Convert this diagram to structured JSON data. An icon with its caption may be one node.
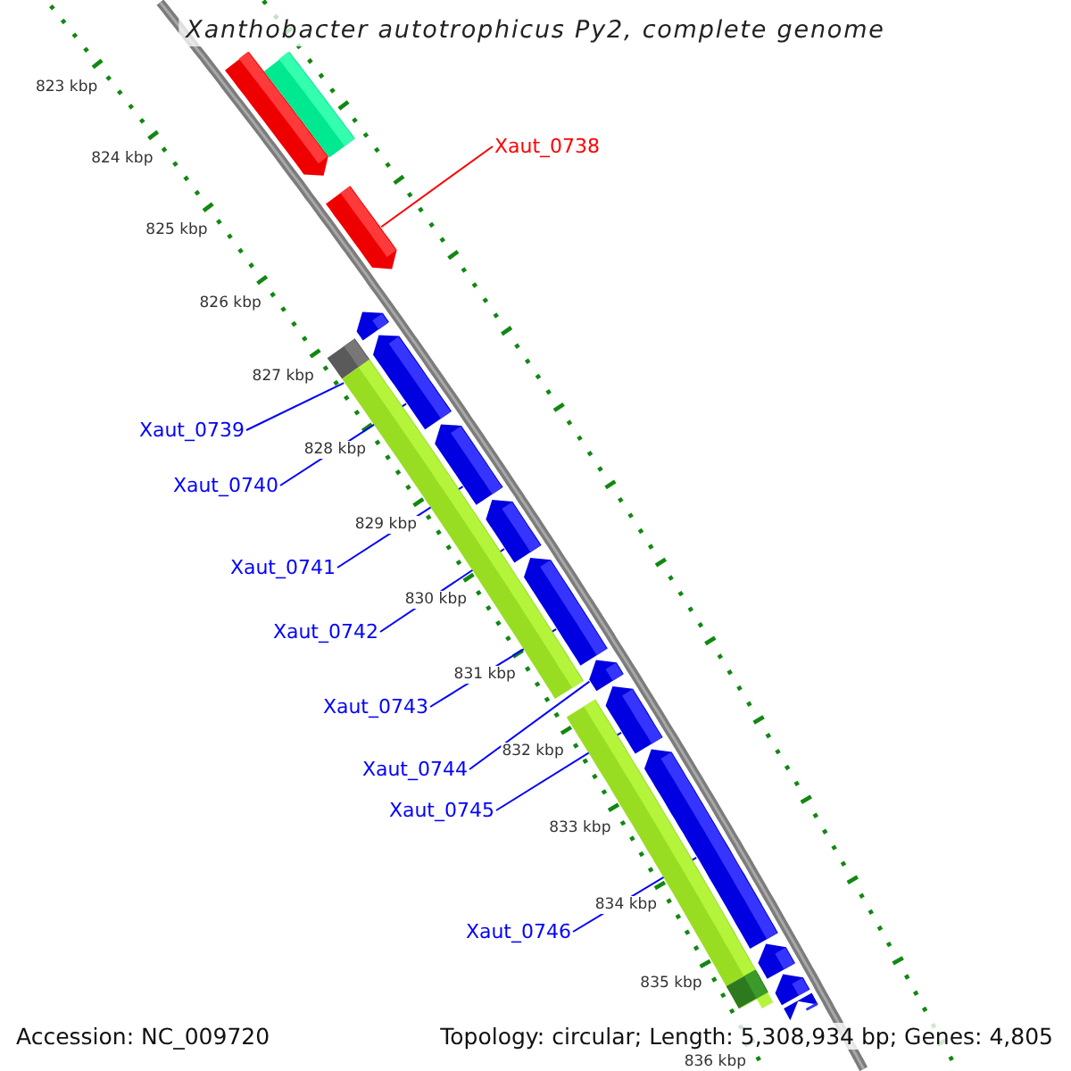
{
  "diagram": {
    "title": "Xanthobacter autotrophicus Py2, complete genome",
    "nodes": [
      {
        "text": [
          "Xaut_0738"
        ]
      },
      {
        "text": [
          "Xaut_0739"
        ]
      },
      {
        "text": [
          "Xaut_0740"
        ]
      },
      {
        "text": [
          "Xaut_0741"
        ]
      },
      {
        "text": [
          "Xaut_0742"
        ]
      },
      {
        "text": [
          "Xaut_0743"
        ]
      },
      {
        "text": [
          "Xaut_0744"
        ]
      },
      {
        "text": [
          "Xaut_0745"
        ]
      },
      {
        "text": [
          "Xaut_0746"
        ]
      },
      {
        "text": [],
        "shape": "arrow"
      },
      {
        "text": [],
        "shape": "bar"
      },
      {
        "text": [],
        "shape": "arrow"
      },
      {
        "text": [],
        "shape": "arrow"
      },
      {
        "text": [],
        "shape": "bar"
      },
      {
        "text": [],
        "shape": "arrow"
      },
      {
        "text": [],
        "shape": "bar"
      },
      {
        "text": [],
        "shape": "arrow"
      },
      {
        "text": [],
        "shape": "arrow"
      },
      {
        "text": [],
        "shape": "arrow"
      },
      {
        "text": [],
        "shape": "arrow"
      },
      {
        "text": [],
        "shape": "arrow"
      },
      {
        "text": [],
        "shape": "bar"
      },
      {
        "text": [],
        "shape": "arrow"
      },
      {
        "text": [],
        "shape": "arrow"
      },
      {
        "text": [],
        "shape": "bar"
      },
      {
        "text": [],
        "shape": "arrow"
      },
      {
        "text": [],
        "shape": "bar"
      },
      {
        "text": [],
        "shape": "arrow"
      }
    ],
    "edges": [
      {
        "from": 0,
        "to": 11,
        "arrow": "none",
        "color": "#ff0000"
      },
      {
        "from": 1,
        "to": 15,
        "arrow": "none"
      },
      {
        "from": 2,
        "to": 14,
        "arrow": "none"
      },
      {
        "from": 3,
        "to": 16,
        "arrow": "none"
      },
      {
        "from": 4,
        "to": 17,
        "arrow": "none"
      },
      {
        "from": 5,
        "to": 18,
        "arrow": "none"
      },
      {
        "from": 6,
        "to": 19,
        "arrow": "none"
      },
      {
        "from": 7,
        "to": 20,
        "arrow": "none"
      },
      {
        "from": 8,
        "to": 22,
        "arrow": "none"
      }
    ],
    "labels": [
      "823 kbp",
      "824 kbp",
      "825 kbp",
      "826 kbp",
      "827 kbp",
      "828 kbp",
      "829 kbp",
      "830 kbp",
      "831 kbp",
      "832 kbp",
      "833 kbp",
      "834 kbp",
      "835 kbp",
      "836 kbp",
      "Accession: NC_009720",
      "Topology: circular; Length: 5,308,934 bp; Genes: 4,805"
    ]
  }
}
